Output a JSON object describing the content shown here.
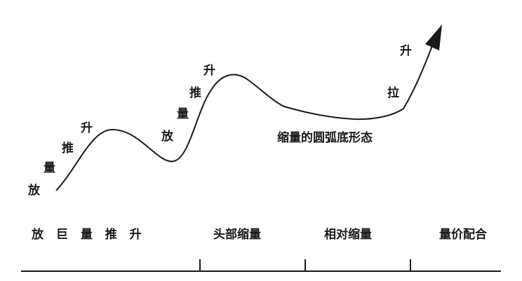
{
  "curve_annotations": {
    "first_rise": [
      "放",
      "量",
      "推",
      "升"
    ],
    "second_rise": [
      "放",
      "量",
      "推",
      "升"
    ],
    "final_rise": [
      "拉",
      "升"
    ]
  },
  "pattern_label": "缩量的圆弧底形态",
  "phases": [
    {
      "label": "放 巨 量 推 升"
    },
    {
      "label": "头部缩量"
    },
    {
      "label": "相对缩量"
    },
    {
      "label": "量价配合"
    }
  ],
  "colors": {
    "line": "#1a1a1a",
    "background": "#ffffff"
  }
}
